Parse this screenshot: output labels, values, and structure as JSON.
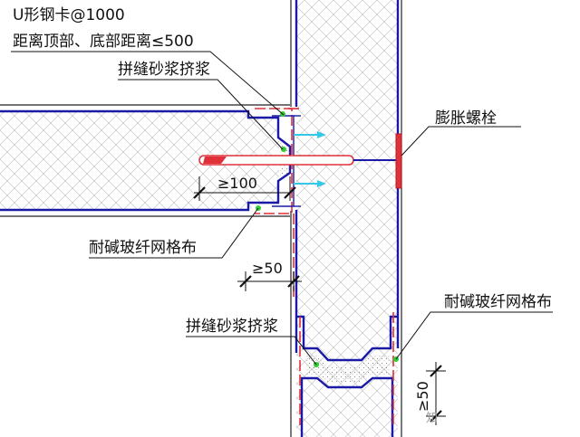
{
  "labels": {
    "u_clip": "U形钢卡@1000",
    "clip_distance": "距离顶部、底部距离≤500",
    "joint_mortar_top": "拼缝砂浆挤浆",
    "expansion_bolt": "膨胀螺栓",
    "mesh_left": "耐碱玻纤网格布",
    "joint_mortar_bottom": "拼缝砂浆挤浆",
    "mesh_right": "耐碱玻纤网格布"
  },
  "dimensions": {
    "embed": "≥100",
    "overlap_left": "≥50",
    "overlap_right": "≥50"
  },
  "watermark": "知",
  "colors": {
    "panel_outline": "#1a1aa6",
    "mesh_line": "#e0303a",
    "bolt": "#e0303a",
    "hatch": "#cfcfcf",
    "mortar_dot": "#33cc33",
    "anchor_cyan": "#35c8e8"
  }
}
